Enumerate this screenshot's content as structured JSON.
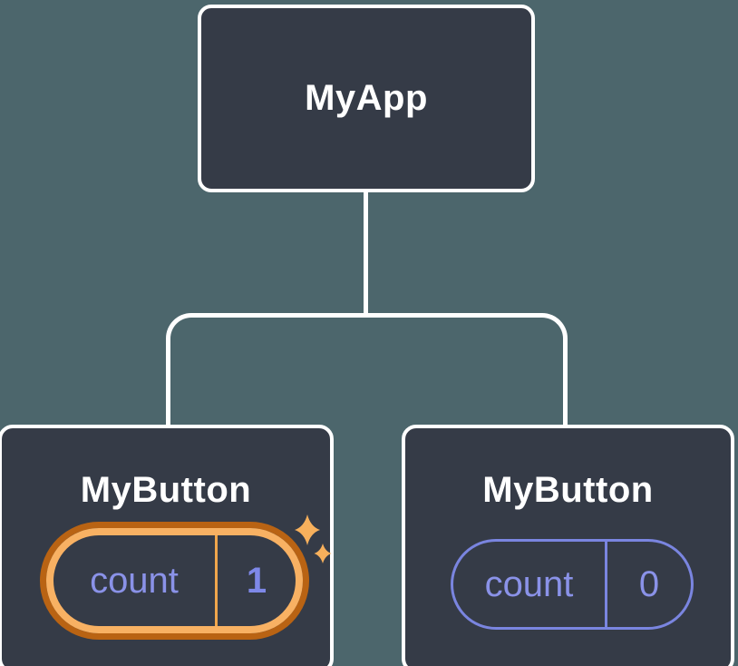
{
  "tree": {
    "root": {
      "label": "MyApp"
    },
    "children": [
      {
        "label": "MyButton",
        "state": {
          "key": "count",
          "value": "1"
        },
        "highlighted": true
      },
      {
        "label": "MyButton",
        "state": {
          "key": "count",
          "value": "0"
        },
        "highlighted": false
      }
    ]
  },
  "icons": {
    "sparkles": "sparkles-icon (two four-pointed stars marking updated state)"
  },
  "colors": {
    "background": "#4C666C",
    "node_fill": "#353B47",
    "node_border": "#FFFFFF",
    "connector": "#FFFFFF",
    "state_text_purple": "#8A92E8",
    "state_pill_border_purple": "#7A85E0",
    "highlight_ring_outer_orange": "#B96313",
    "highlight_ring_inner_orange": "#F8B163",
    "highlight_divider_orange": "#F0A64C",
    "sparkle_orange": "#F7B05C"
  }
}
